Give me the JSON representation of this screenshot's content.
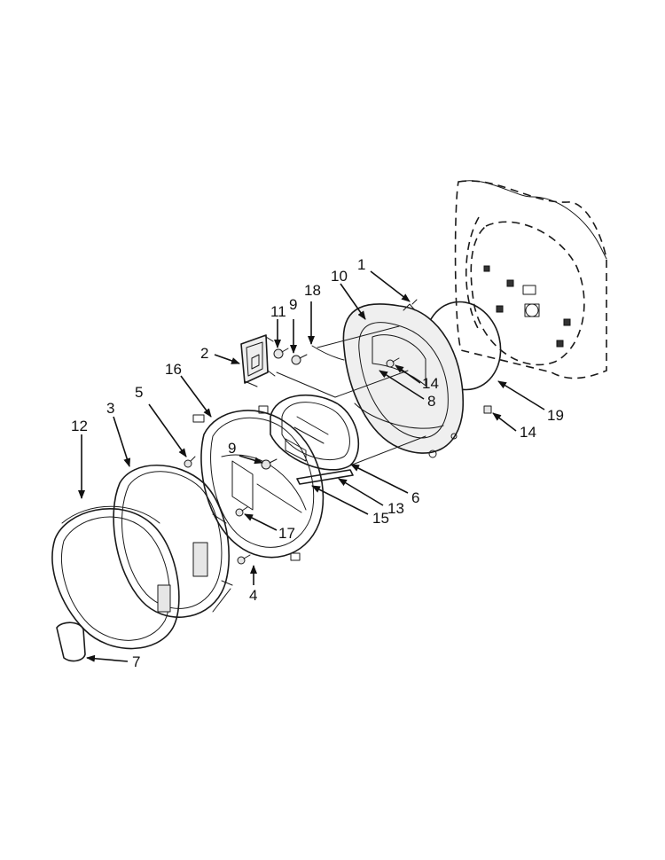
{
  "callouts": [
    {
      "id": "c1",
      "label": "1"
    },
    {
      "id": "c2",
      "label": "2"
    },
    {
      "id": "c3",
      "label": "3"
    },
    {
      "id": "c4",
      "label": "4"
    },
    {
      "id": "c5",
      "label": "5"
    },
    {
      "id": "c6",
      "label": "6"
    },
    {
      "id": "c7",
      "label": "7"
    },
    {
      "id": "c8",
      "label": "8"
    },
    {
      "id": "c9a",
      "label": "9"
    },
    {
      "id": "c9b",
      "label": "9"
    },
    {
      "id": "c10",
      "label": "10"
    },
    {
      "id": "c11",
      "label": "11"
    },
    {
      "id": "c12",
      "label": "12"
    },
    {
      "id": "c13",
      "label": "13"
    },
    {
      "id": "c14a",
      "label": "14"
    },
    {
      "id": "c14b",
      "label": "14"
    },
    {
      "id": "c15",
      "label": "15"
    },
    {
      "id": "c16",
      "label": "16"
    },
    {
      "id": "c17",
      "label": "17"
    },
    {
      "id": "c18",
      "label": "18"
    },
    {
      "id": "c19",
      "label": "19"
    }
  ]
}
